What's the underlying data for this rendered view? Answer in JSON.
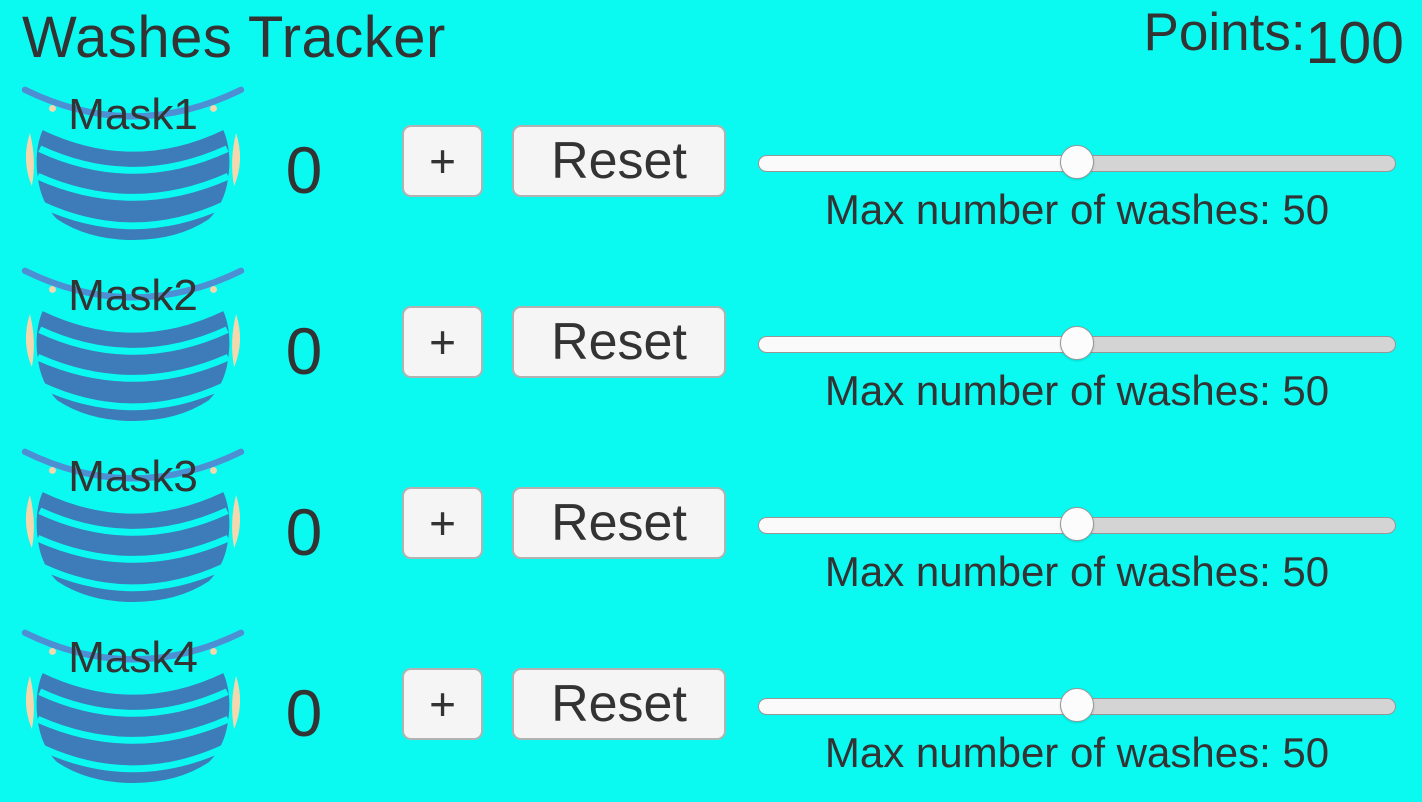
{
  "title": "Washes Tracker",
  "points": {
    "label": "Points:",
    "value": "100"
  },
  "rows": [
    {
      "label": "Mask1",
      "count": "0",
      "plus_label": "+",
      "reset_label": "Reset",
      "caption": "Max number of washes: 50",
      "slider": {
        "value": 50,
        "min": 0,
        "max": 100
      }
    },
    {
      "label": "Mask2",
      "count": "0",
      "plus_label": "+",
      "reset_label": "Reset",
      "caption": "Max number of washes: 50",
      "slider": {
        "value": 50,
        "min": 0,
        "max": 100
      }
    },
    {
      "label": "Mask3",
      "count": "0",
      "plus_label": "+",
      "reset_label": "Reset",
      "caption": "Max number of washes: 50",
      "slider": {
        "value": 50,
        "min": 0,
        "max": 100
      }
    },
    {
      "label": "Mask4",
      "count": "0",
      "plus_label": "+",
      "reset_label": "Reset",
      "caption": "Max number of washes: 50",
      "slider": {
        "value": 50,
        "min": 0,
        "max": 100
      }
    }
  ],
  "icons": {
    "mask": "surgical-mask-icon"
  },
  "colors": {
    "background": "#0AFAF2",
    "text": "#333333",
    "mask_body": "#3D7CB8",
    "mask_band": "#4C8FD2",
    "ear_loop": "#F5D7AE",
    "button_bg": "#F5F5F5",
    "button_border": "#B2B2B2",
    "slider_fill": "#FAFAFA",
    "slider_track": "#D4D4D4",
    "slider_border": "#979797",
    "thumb_fill": "#FCFCFC"
  }
}
